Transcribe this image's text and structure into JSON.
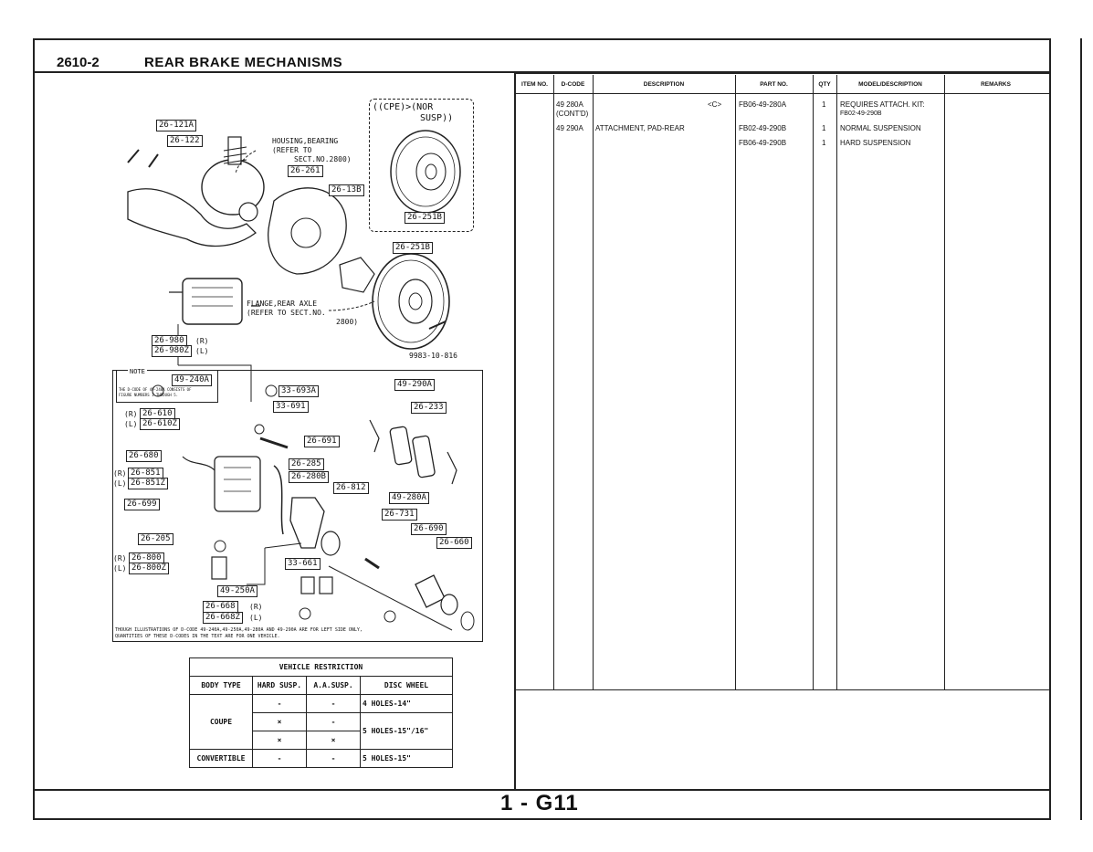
{
  "header": {
    "section_code": "2610-2",
    "section_title": "REAR BRAKE MECHANISMS"
  },
  "table": {
    "columns": [
      "ITEM NO.",
      "D-CODE",
      "DESCRIPTION",
      "PART NO.",
      "QTY",
      "MODEL/DESCRIPTION",
      "REMARKS"
    ],
    "rows": [
      {
        "dcode": "49 280A",
        "dcode2": "(CONT'D)",
        "description": "<C>",
        "part_no": "FB06-49-280A",
        "qty": "1",
        "model": "REQUIRES ATTACH. KIT:",
        "model2": "FB02-49-290B"
      },
      {
        "dcode": "49 290A",
        "description": "ATTACHMENT, PAD-REAR",
        "part_no": "FB02-49-290B",
        "qty": "1",
        "model": "NORMAL SUSPENSION"
      },
      {
        "part_no": "FB06-49-290B",
        "qty": "1",
        "model": "HARD SUSPENSION"
      }
    ]
  },
  "diagram": {
    "labels": [
      "26-121A",
      "26-122",
      "26-261",
      "26-13B",
      "26-251B",
      "26-251B",
      "26-980",
      "26-980Z",
      "49-240A",
      "33-693A",
      "33-691",
      "49-290A",
      "26-233",
      "26-610",
      "26-610Z",
      "26-680",
      "26-851",
      "26-851Z",
      "26-699",
      "26-691",
      "26-285",
      "26-280B",
      "26-812",
      "49-280A",
      "26-731",
      "26-690",
      "26-660",
      "26-205",
      "26-800",
      "26-800Z",
      "33-661",
      "49-250A",
      "26-668",
      "26-668Z"
    ],
    "housing_note": "HOUSING,BEARING",
    "housing_note2": "(REFER TO",
    "housing_note3": "SECT.NO.2800)",
    "flange_note": "FLANGE,REAR AXLE",
    "flange_note2": "(REFER TO SECT.NO.",
    "flange_note3": "2800)",
    "cpe_note": "((CPE)>(NOR",
    "cpe_note2": "SUSP))",
    "bolt_code": "9983-10-816",
    "side_r": "(R)",
    "side_l": "(L)",
    "note_title": "NOTE",
    "note_line1": "THE D-CODE OF 49-240A CONSISTS OF",
    "note_line2": "FIGURE NUMBERS 1 THROUGH 5.",
    "footnote1": "THOUGH ILLUSTRATIONS OF D-CODE 49-240A,49-250A,49-280A AND 49-290A ARE FOR LEFT SIDE ONLY,",
    "footnote2": "QUANTITIES OF THESE D-CODES IN THE TEXT ARE FOR ONE VEHICLE."
  },
  "restriction": {
    "title": "VEHICLE RESTRICTION",
    "headers": [
      "BODY TYPE",
      "HARD SUSP.",
      "A.A.SUSP.",
      "DISC WHEEL"
    ],
    "rows": [
      {
        "body": "COUPE",
        "hard": "-",
        "aa": "-",
        "wheel": "4 HOLES-14\""
      },
      {
        "hard": "×",
        "aa": "-",
        "wheel": "5 HOLES-15\"/16\""
      },
      {
        "hard": "×",
        "aa": "×"
      },
      {
        "body": "CONVERTIBLE",
        "hard": "-",
        "aa": "-",
        "wheel": "5 HOLES-15\""
      }
    ]
  },
  "footer": {
    "page": "1 - G11"
  }
}
